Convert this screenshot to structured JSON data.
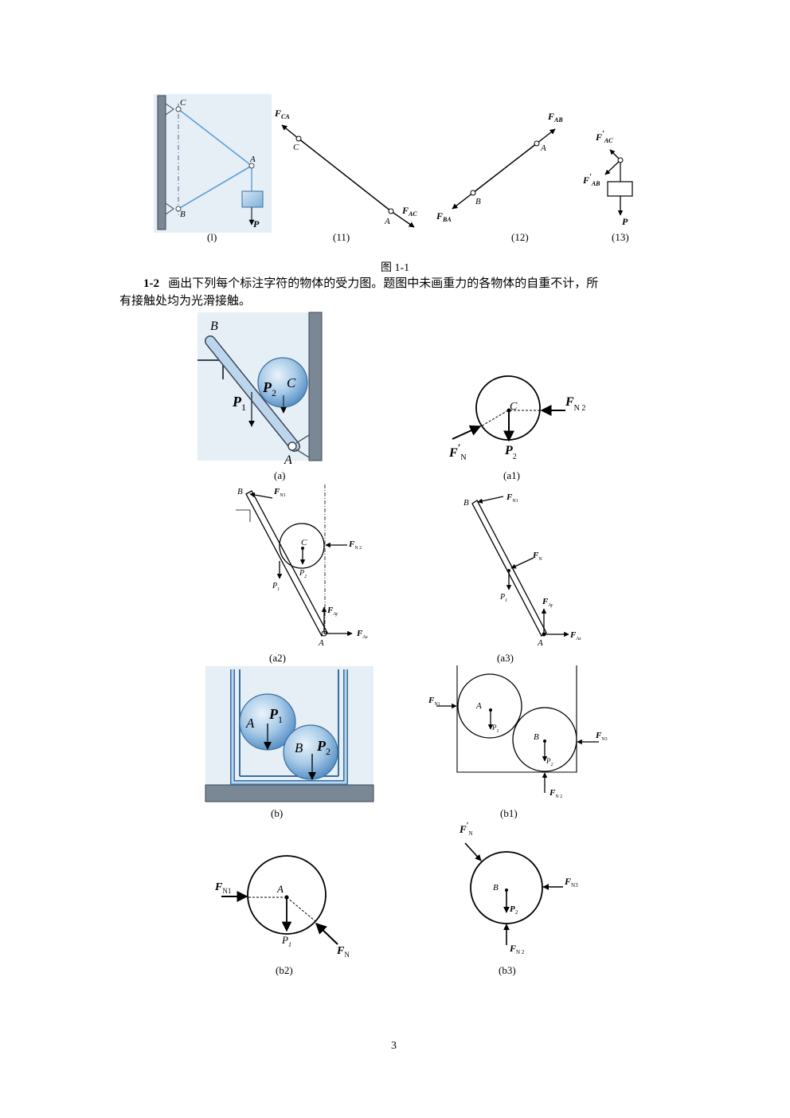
{
  "fig1": {
    "caption": "图 1-1",
    "sub": [
      "(l)",
      "(11)",
      "(12)",
      "(13)"
    ],
    "labels": {
      "C": "C",
      "A": "A",
      "B": "B",
      "P": "P",
      "F": "F",
      "CA": "CA",
      "AC": "AC",
      "AB": "AB",
      "BA": "BA",
      "prime": "′"
    }
  },
  "problem": {
    "number": "1-2",
    "text_line1": "画出下列每个标注字符的物体的受力图。题图中未画重力的各物体的自重不计，所",
    "text_line2": "有接触处均为光滑接触。"
  },
  "fig2": {
    "sub": [
      "(a)",
      "(a1)",
      "(a2)",
      "(a3)",
      "(b)",
      "(b1)",
      "(b2)",
      "(b3)"
    ],
    "labels": {
      "A": "A",
      "B": "B",
      "C": "C",
      "P": "P",
      "F": "F",
      "N": "N",
      "N1": "N1",
      "N2": "N 2",
      "N3": "N3",
      "Ax": "Ax",
      "Ay": "Ay",
      "one": "1",
      "two": "2",
      "prime": "′"
    }
  },
  "page_number": "3"
}
